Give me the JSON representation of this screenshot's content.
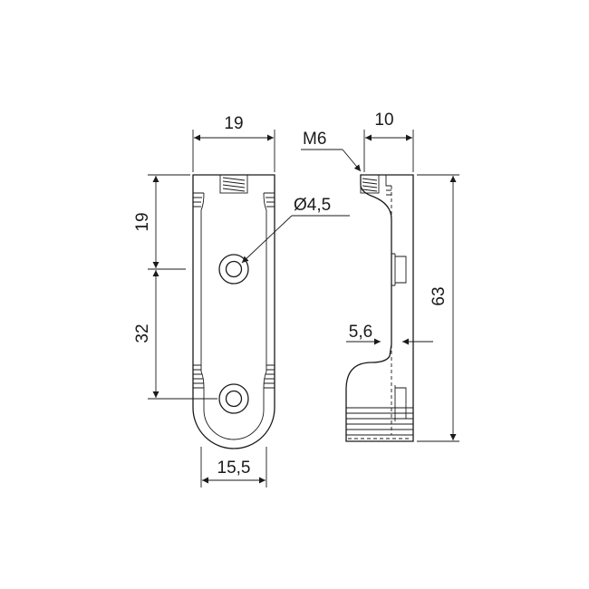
{
  "dimensions": {
    "front_width": "19",
    "front_top_height": "19",
    "front_bottom_height": "32",
    "hole_diameter": "Ø4,5",
    "base_width": "15,5",
    "thread": "M6",
    "side_width": "10",
    "side_height": "63",
    "side_thickness": "5,6"
  },
  "colors": {
    "line": "#1a1a1a",
    "background": "#ffffff"
  }
}
